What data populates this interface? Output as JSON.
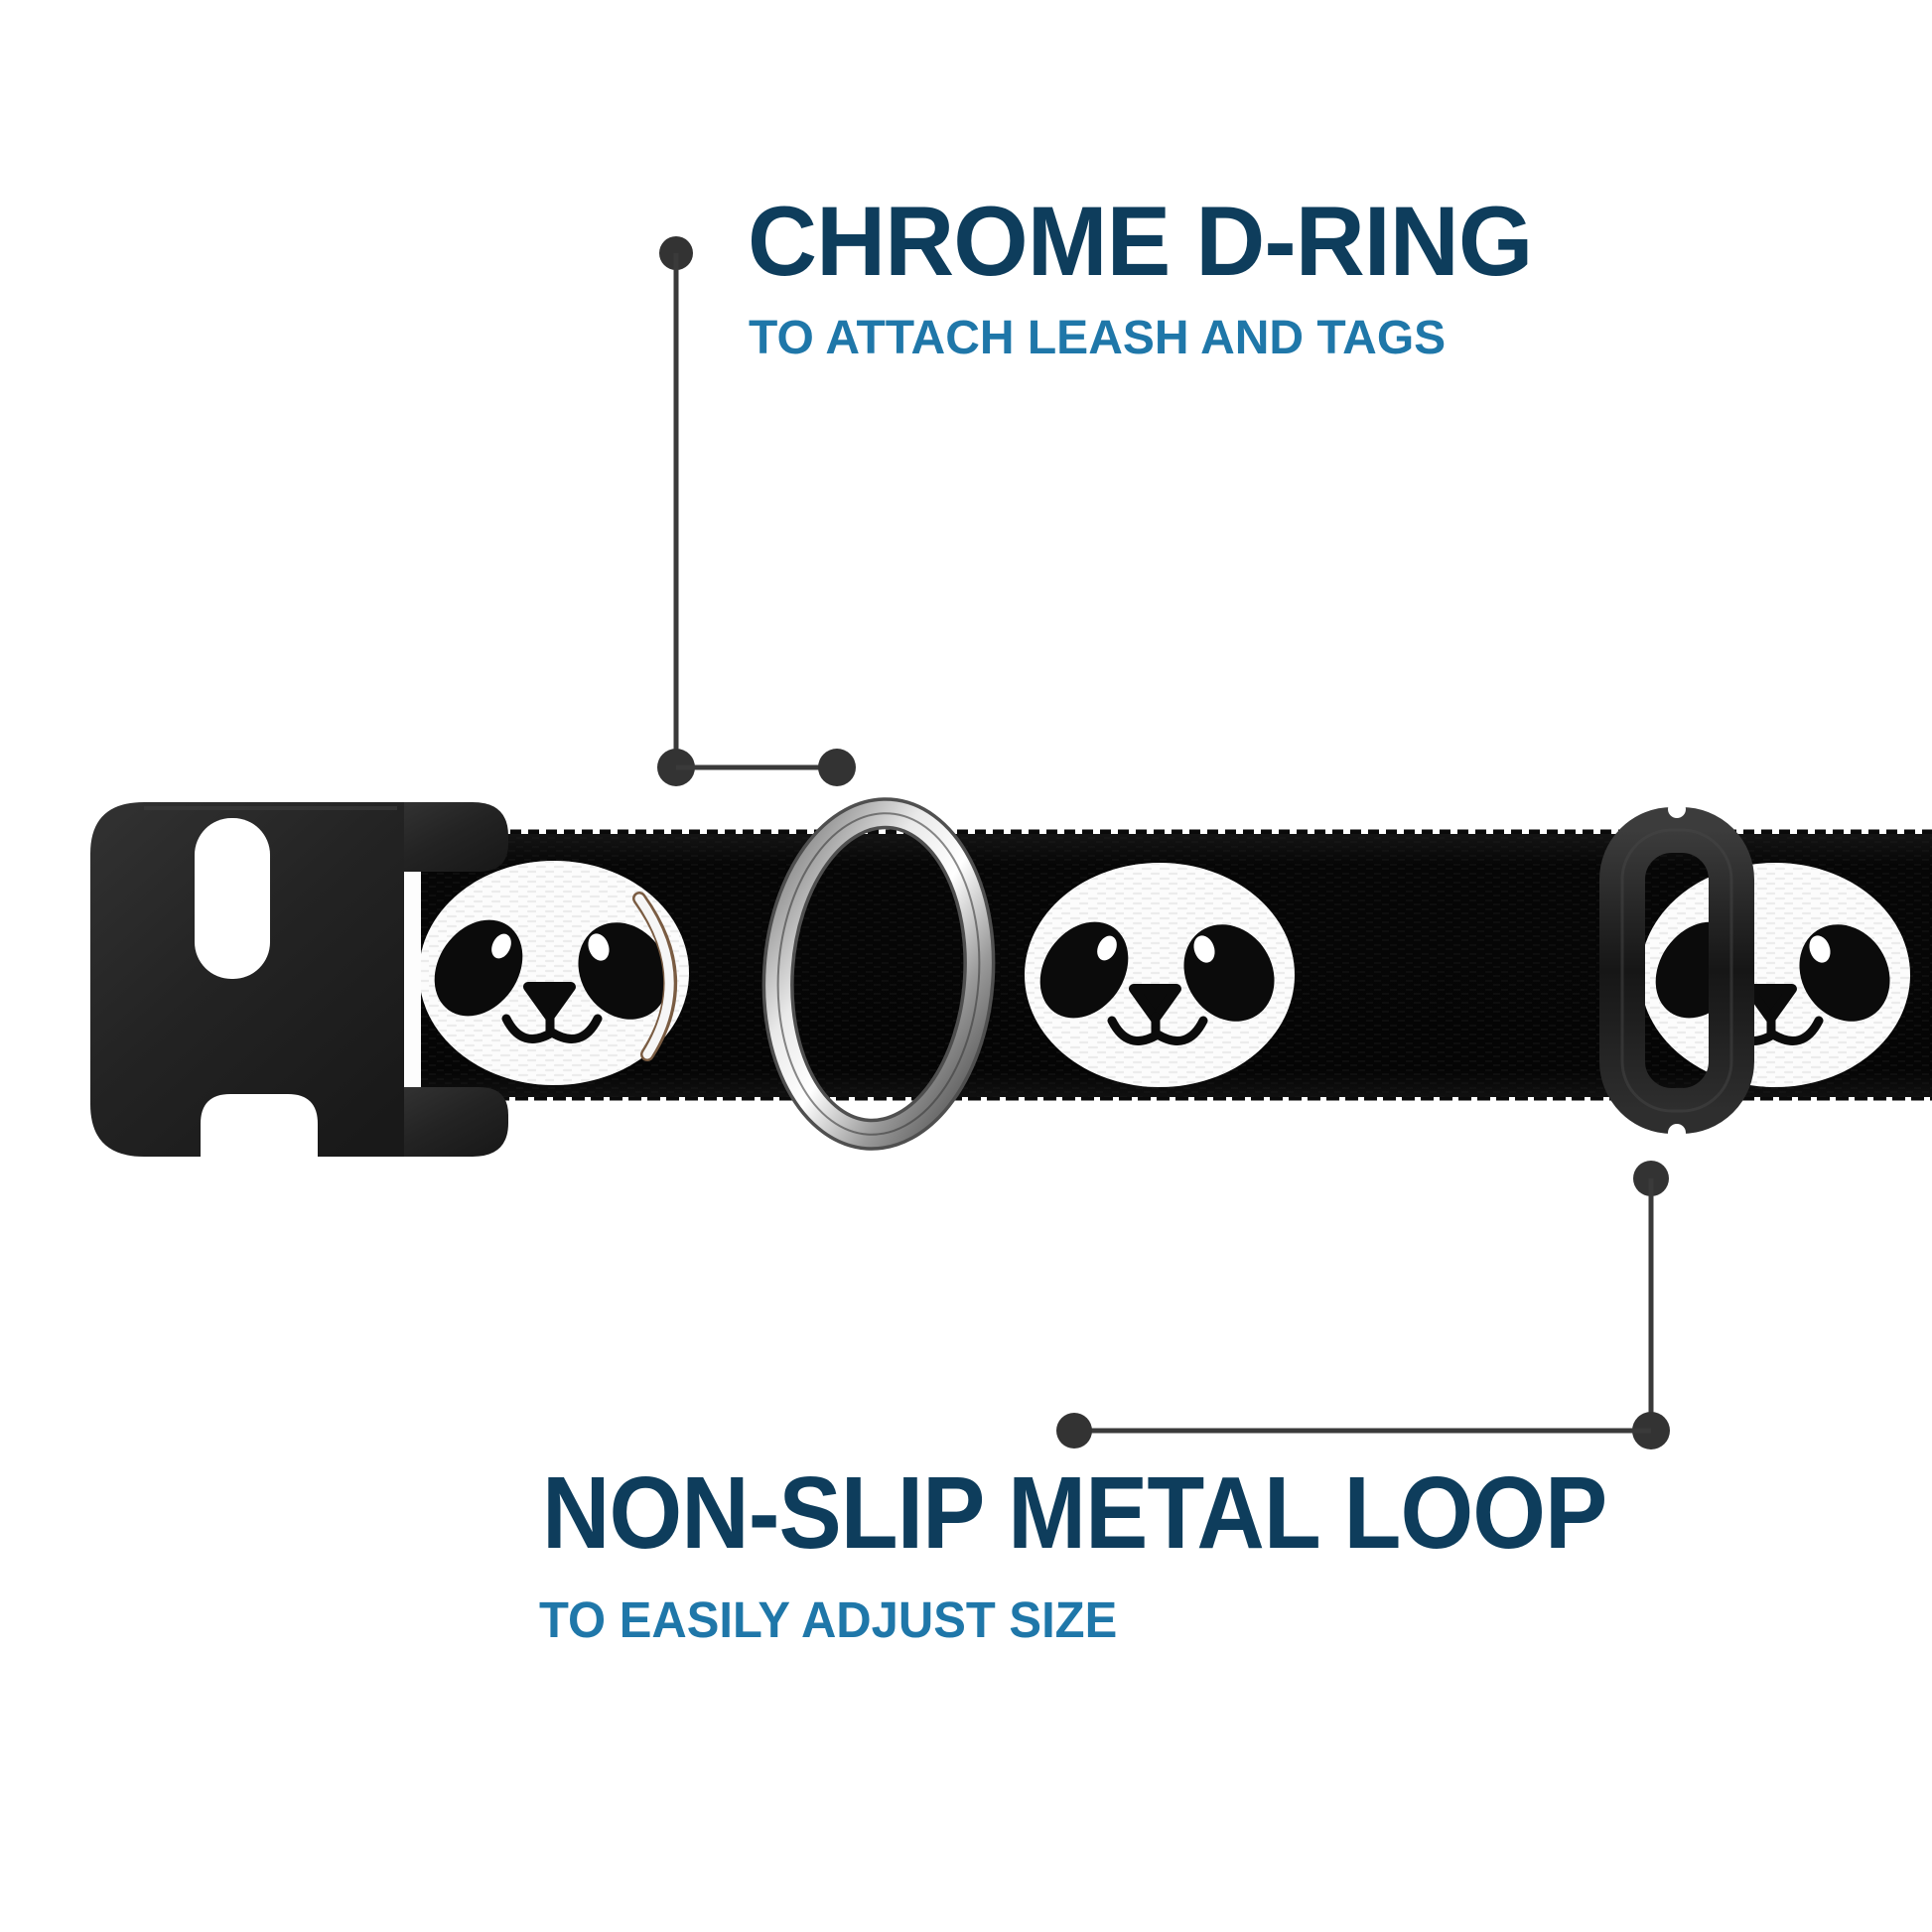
{
  "background_color": "#ffffff",
  "annotations": {
    "top": {
      "title": "CHROME D-RING",
      "subtitle": "TO ATTACH LEASH AND TAGS",
      "title_color": "#0e3d5c",
      "subtitle_color": "#1f77a9"
    },
    "bottom": {
      "title": "NON-SLIP METAL LOOP",
      "subtitle": "TO EASILY ADJUST SIZE",
      "title_color": "#0e3d5c",
      "subtitle_color": "#1f77a9"
    }
  },
  "callouts": {
    "line_color": "#3a3a3a",
    "dot_color": "#333333"
  },
  "product": {
    "item": "dog-collar",
    "pattern": "panda-face",
    "visible_panda_faces": 3,
    "strap_color": "#0a0a0a",
    "hardware": [
      {
        "name": "side-release-buckle",
        "color": "#262626"
      },
      {
        "name": "chrome-d-ring",
        "color": "#cccccc"
      },
      {
        "name": "metal-tri-glide-loop",
        "color": "#1f1f1f"
      }
    ]
  }
}
